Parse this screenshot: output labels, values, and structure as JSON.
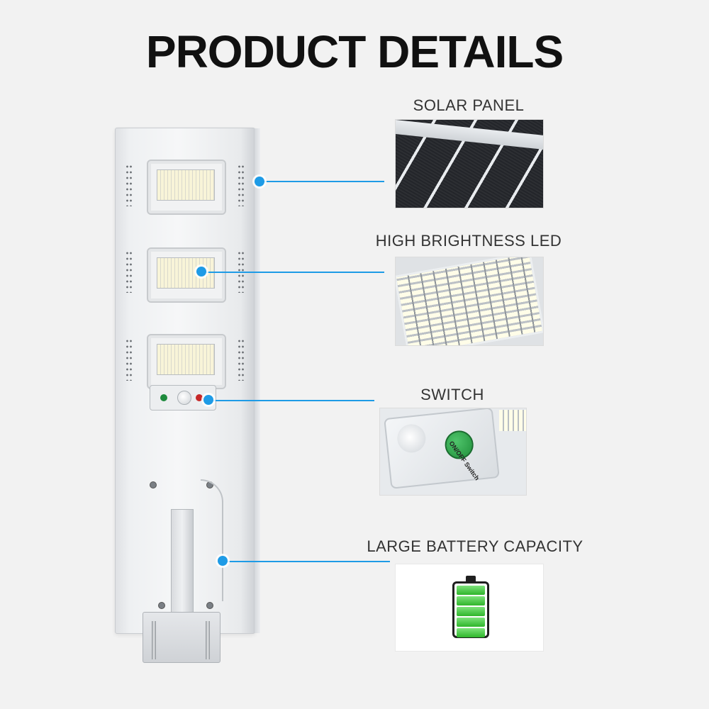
{
  "header": {
    "title": "PRODUCT DETAILS"
  },
  "features": [
    {
      "label": "SOLAR PANEL",
      "icon": "solar-panel-icon"
    },
    {
      "label": "HIGH BRIGHTNESS LED",
      "icon": "led-array-icon"
    },
    {
      "label": "SWITCH",
      "icon": "switch-icon",
      "switch_text": "ON/OFF Switch"
    },
    {
      "label": "LARGE BATTERY CAPACITY",
      "icon": "battery-icon"
    }
  ],
  "colors": {
    "accent": "#1e9be6",
    "battery_green": "#2fb52b",
    "switch_green": "#1f8f3a"
  }
}
